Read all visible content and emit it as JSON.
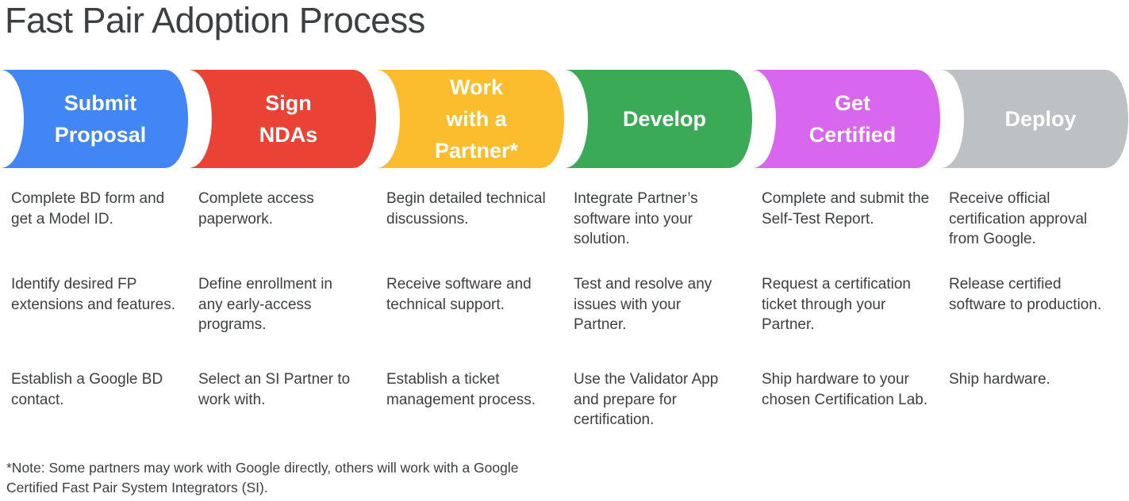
{
  "title": "Fast Pair Adoption Process",
  "colors": {
    "title_text": "#3c4043",
    "body_text": "#3c4043",
    "background": "#ffffff",
    "banner_text": "#ffffff",
    "blue": "#4285f4",
    "red": "#ea4335",
    "yellow": "#fbbc2d",
    "green": "#3baa57",
    "magenta": "#d966ef",
    "gray": "#bdc1c6"
  },
  "banners": [
    {
      "name": "submit-proposal",
      "lines": [
        "Submit",
        "Proposal"
      ],
      "color": "#4285f4"
    },
    {
      "name": "sign-ndas",
      "lines": [
        "Sign",
        "NDAs"
      ],
      "color": "#ea4335"
    },
    {
      "name": "work-with-a-partner",
      "lines": [
        "Work",
        "with a",
        "Partner*"
      ],
      "color": "#fbbc2d"
    },
    {
      "name": "develop",
      "lines": [
        "Develop"
      ],
      "color": "#3baa57"
    },
    {
      "name": "get-certified",
      "lines": [
        "Get",
        "Certified"
      ],
      "color": "#d966ef"
    },
    {
      "name": "deploy",
      "lines": [
        "Deploy"
      ],
      "color": "#bdc1c6"
    }
  ],
  "steps": [
    {
      "stage": "Submit Proposal",
      "items": [
        "Complete BD form and get a Model ID.",
        "Identify desired FP extensions and features.",
        "Establish a Google BD contact."
      ]
    },
    {
      "stage": "Sign NDAs",
      "items": [
        "Complete access paperwork.",
        "Define enrollment in any early-access programs.",
        "Select an SI Partner to work with."
      ]
    },
    {
      "stage": "Work with a Partner*",
      "items": [
        "Begin detailed technical discussions.",
        "Receive software and technical support.",
        "Establish a ticket management process."
      ]
    },
    {
      "stage": "Develop",
      "items": [
        "Integrate Partner’s software into your solution.",
        "Test and resolve any issues with your Partner.",
        "Use the Validator App and prepare for certification."
      ]
    },
    {
      "stage": "Get Certified",
      "items": [
        "Complete and submit the Self-Test Report.",
        "Request a certification ticket through your Partner.",
        "Ship hardware to your chosen Certification Lab."
      ]
    },
    {
      "stage": "Deploy",
      "items": [
        "Receive official certification approval from Google.",
        "Release certified software to production.",
        "Ship hardware."
      ]
    }
  ],
  "footnote": "*Note: Some partners may work with Google directly, others will work with a Google Certified Fast Pair System Integrators (SI)."
}
